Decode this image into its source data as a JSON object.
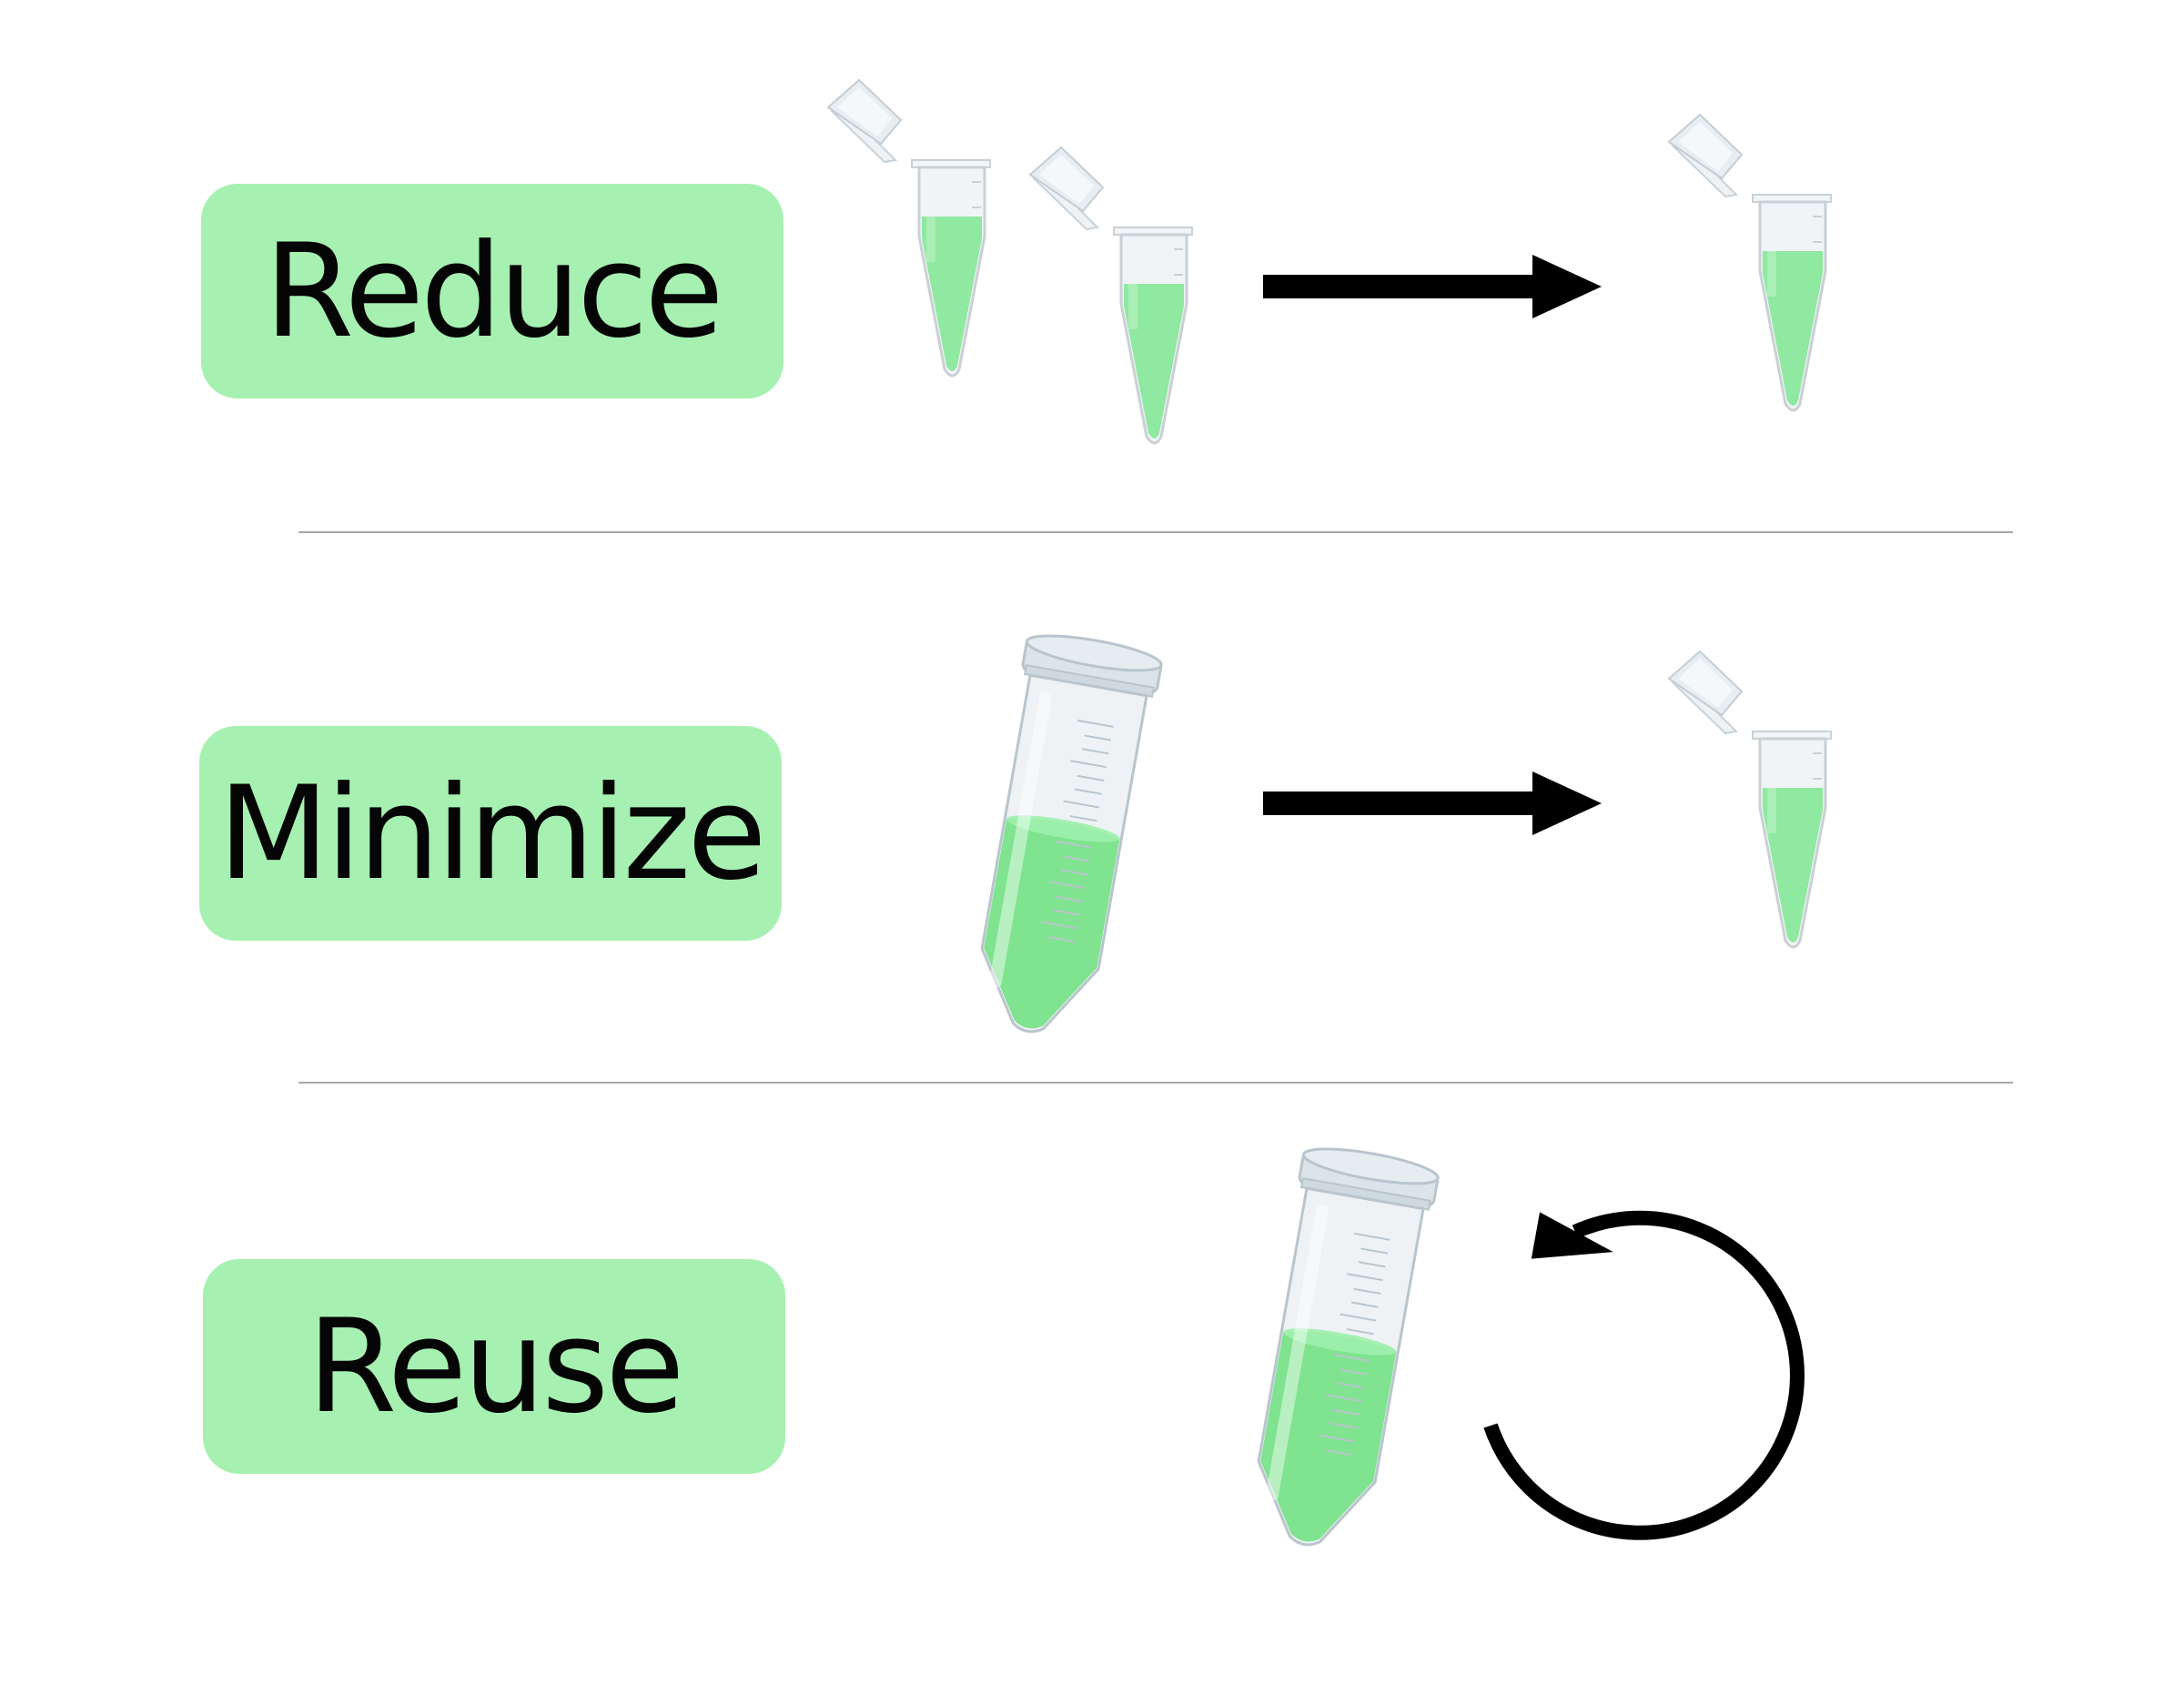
{
  "rows": [
    {
      "label": "Reduce"
    },
    {
      "label": "Minimize"
    },
    {
      "label": "Reuse"
    }
  ],
  "colors": {
    "label_bg": "#a6f1b1",
    "liquid": "#8fe9a0",
    "liquid_dark": "#7fe38f",
    "arrow": "#000000",
    "divider": "#a8a8a8"
  },
  "icons": {
    "reduce_left": [
      "microtube-icon",
      "microtube-icon"
    ],
    "reduce_right": "microtube-icon",
    "minimize_left": "conical-tube-icon",
    "minimize_right": "microtube-icon",
    "reuse": [
      "conical-tube-icon",
      "circular-arrow-icon"
    ]
  }
}
